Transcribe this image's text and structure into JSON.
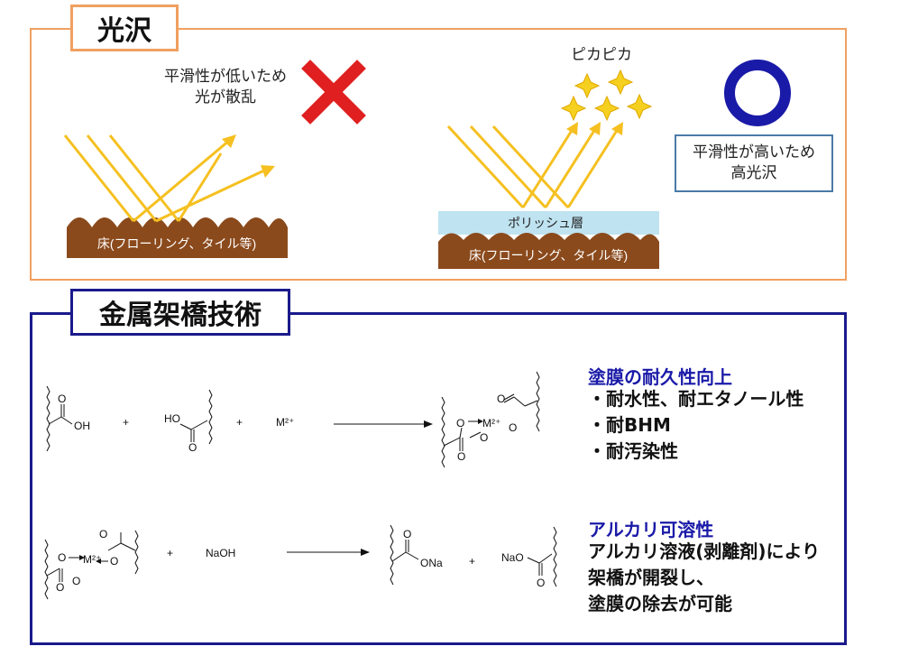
{
  "gloss": {
    "title": "光沢",
    "left_note_line1": "平滑性が低いため",
    "left_note_line2": "光が散乱",
    "right_note": "ピカピカ",
    "floor_label": "床(フローリング、タイル等)",
    "polish_label": "ポリッシュ層",
    "result_line1": "平滑性が高いため",
    "result_line2": "高光沢",
    "colors": {
      "frame": "#f0a060",
      "light": "#f5c020",
      "floor": "#8b4a1c",
      "polish": "#bfe3f0",
      "cross": "#e02020",
      "circle": "#1a1aa8"
    }
  },
  "metal": {
    "title": "金属架橋技術",
    "durability_head": "塗膜の耐久性向上",
    "durability_items": [
      "・耐水性、耐エタノール性",
      "・耐BHM",
      "・耐汚染性"
    ],
    "alkali_head": "アルカリ可溶性",
    "alkali_lines": [
      "アルカリ溶液(剥離剤)により",
      "架橋が開裂し、",
      "塗膜の除去が可能"
    ],
    "chem": {
      "oh": "OH",
      "ho": "HO",
      "o": "O",
      "plus": "+",
      "m2": "M²⁺",
      "naoh": "NaOH",
      "ona": "ONa",
      "nao": "NaO"
    }
  }
}
